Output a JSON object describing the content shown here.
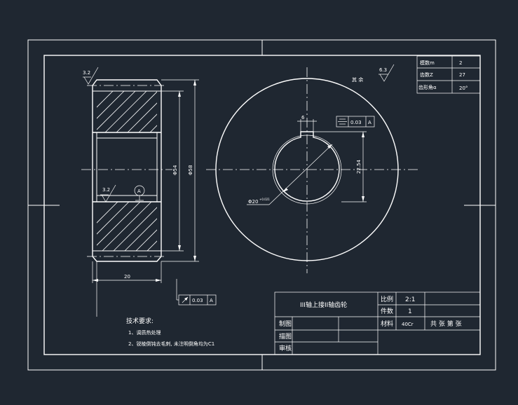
{
  "drawing": {
    "title": "III轴上接II轴齿轮",
    "remark": "其 余",
    "params": [
      {
        "label": "模数m",
        "value": "2"
      },
      {
        "label": "齿数Z",
        "value": "27"
      },
      {
        "label": "齿形角α",
        "value": "20°"
      }
    ],
    "title_block": {
      "scale_label": "比例",
      "scale_value": "2:1",
      "qty_label": "件数",
      "qty_value": "1",
      "material_label": "材料",
      "material_value": "40Cr",
      "sheets": "共  张    第 张",
      "draw_label": "制图",
      "trace_label": "描图",
      "review_label": "审核"
    },
    "tech_req": {
      "heading": "技术要求:",
      "items": [
        "1、调质热处理",
        "2、锐棱倒钝去毛刺, 未注明倒角均为C1"
      ]
    },
    "dims": {
      "width": "20",
      "d_inner": "Φ54",
      "d_outer": "Φ58",
      "key_width": "6",
      "bore": "Φ20",
      "bore_tol": "+0.021",
      "key_depth": "22.54"
    },
    "roughness": {
      "top_left": "3.2",
      "mid_left": "3.2",
      "other": "6.3"
    },
    "datum": "A",
    "tolerance_runout": {
      "value": "0.03",
      "datum": "A"
    },
    "tolerance_sym": {
      "value": "0.03",
      "datum": "A"
    }
  }
}
